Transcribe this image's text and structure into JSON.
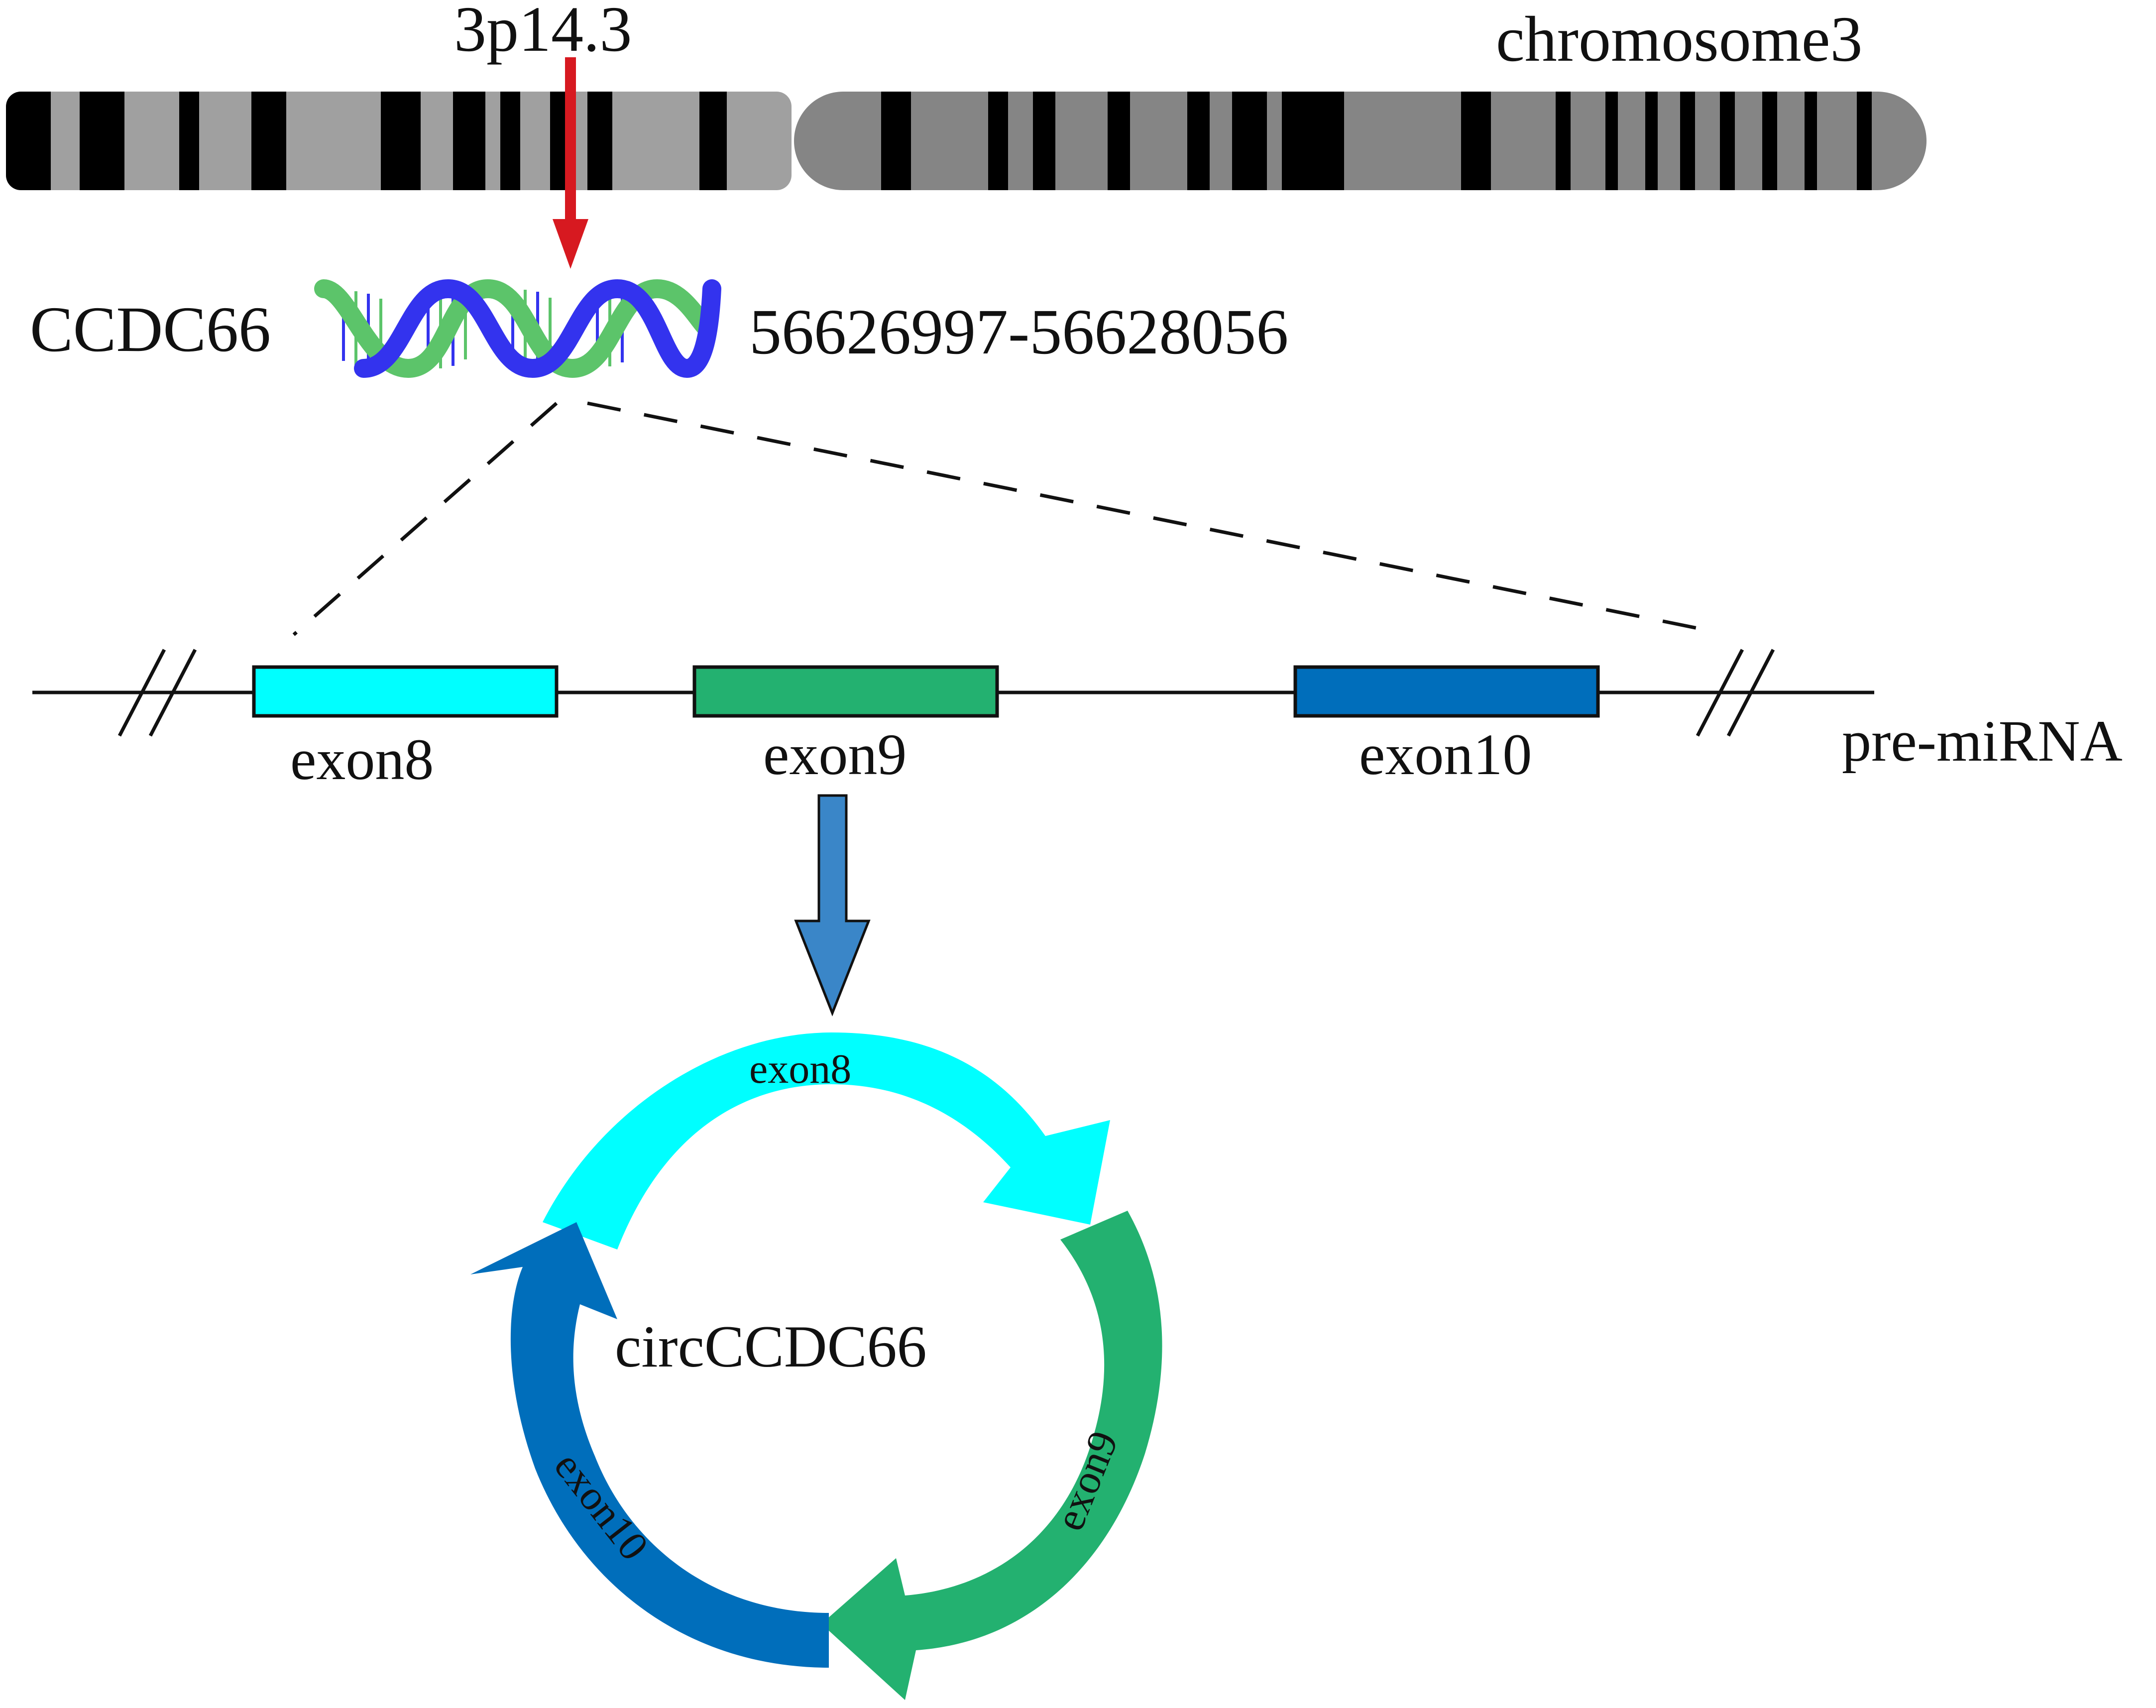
{
  "labels": {
    "locus": "3p14.3",
    "chromosome": "chromosome3",
    "gene": "CCDC66",
    "coordinates": "56626997-56628056",
    "transcript": "pre-miRNA",
    "circ": "circCCDC66"
  },
  "exons": [
    {
      "label": "exon8",
      "color": "#00FFFF"
    },
    {
      "label": "exon9",
      "color": "#23B170"
    },
    {
      "label": "exon10",
      "color": "#006EBB"
    }
  ],
  "circle": {
    "segments": [
      {
        "label": "exon8",
        "color": "#00FFFF"
      },
      {
        "label": "exon9",
        "color": "#23B170"
      },
      {
        "label": "exon10",
        "color": "#006EBB"
      }
    ]
  },
  "colors": {
    "locus_arrow": "#D71920",
    "process_arrow": "#3A86C8",
    "chromosome_p_arm": "#A0A0A0",
    "chromosome_q_arm": "#858585",
    "chromosome_band": "#000000",
    "dna_strand_1": "#5CC46A",
    "dna_strand_2": "#3333EE"
  }
}
